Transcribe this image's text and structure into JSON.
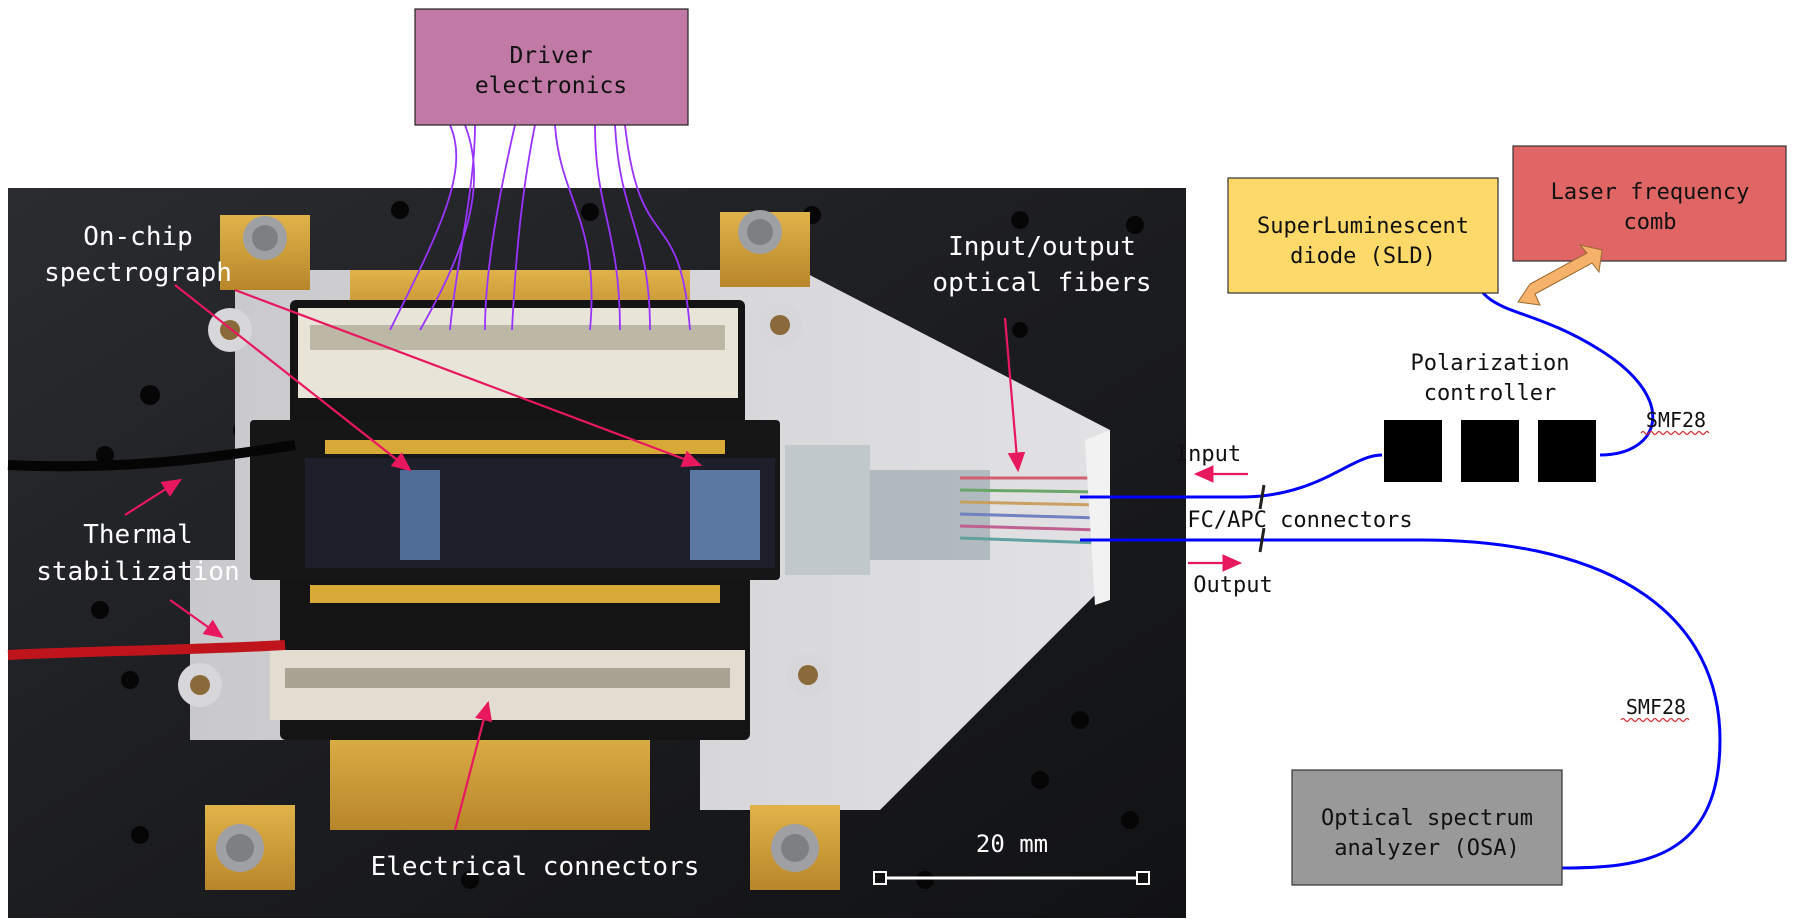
{
  "boxes": {
    "driver": {
      "line1": "Driver",
      "line2": "electronics",
      "fill": "#c17aa5"
    },
    "sld": {
      "line1": "SuperLuminescent",
      "line2": "diode (SLD)",
      "fill": "#fdd96a"
    },
    "comb": {
      "line1": "Laser frequency",
      "line2": "comb",
      "fill": "#e06666"
    },
    "osa": {
      "line1": "Optical spectrum",
      "line2": "analyzer (OSA)",
      "fill": "#999999"
    }
  },
  "labels": {
    "onchip": {
      "line1": "On-chip",
      "line2": "spectrograph"
    },
    "fibers": {
      "line1": "Input/output",
      "line2": "optical fibers"
    },
    "thermal": {
      "line1": "Thermal",
      "line2": "stabilization"
    },
    "electrical": "Electrical connectors",
    "scale": "20 mm",
    "polarization": {
      "line1": "Polarization",
      "line2": "controller"
    },
    "smf_top": "SMF28",
    "smf_bottom": "SMF28",
    "input": "Input",
    "output": "Output",
    "fcapc": "FC/APC connectors"
  },
  "colors": {
    "fiber": "#0000ff",
    "annotation": "#e8185f",
    "wire": "#9933ff",
    "comb_arrow": "#f6b26b",
    "polarization_paddle": "#000000"
  }
}
